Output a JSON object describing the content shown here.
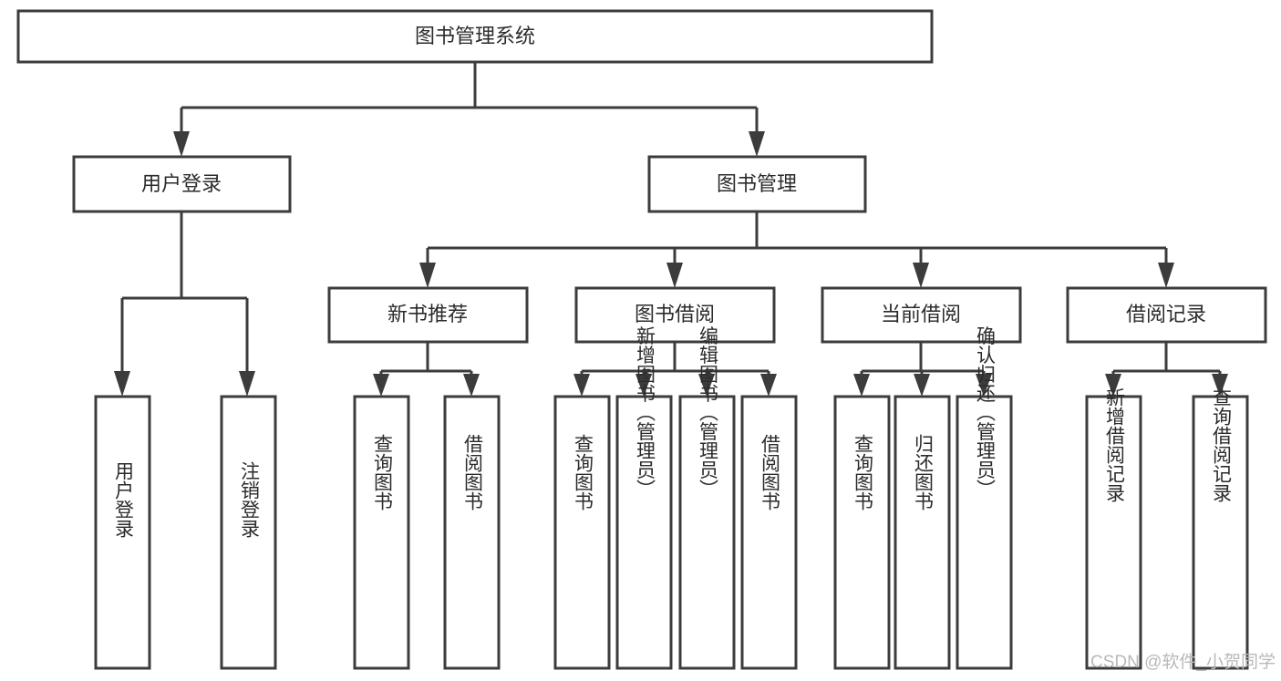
{
  "diagram": {
    "type": "tree-hierarchy-chart",
    "title": "图书管理系统",
    "orientation": "top-down",
    "colors": {
      "box_stroke": "#3c3c3c",
      "box_fill": "#ffffff",
      "connector": "#3c3c3c",
      "text": "#2b2b2b",
      "watermark": "#b9b9b9",
      "background": "#ffffff"
    },
    "root": {
      "id": "root",
      "label": "图书管理系统",
      "orientation": "horizontal"
    },
    "level2": [
      {
        "id": "user-login",
        "label": "用户登录",
        "orientation": "horizontal"
      },
      {
        "id": "book-management",
        "label": "图书管理",
        "orientation": "horizontal"
      }
    ],
    "level3": [
      {
        "id": "new-book-recommend",
        "label": "新书推荐",
        "orientation": "horizontal",
        "parent": "book-management"
      },
      {
        "id": "book-borrow",
        "label": "图书借阅",
        "orientation": "horizontal",
        "parent": "book-management"
      },
      {
        "id": "current-borrow",
        "label": "当前借阅",
        "orientation": "horizontal",
        "parent": "book-management"
      },
      {
        "id": "borrow-record",
        "label": "借阅记录",
        "orientation": "horizontal",
        "parent": "book-management"
      }
    ],
    "leaves": [
      {
        "id": "leaf-user-login",
        "label": "用户登录",
        "orientation": "vertical",
        "parent": "user-login"
      },
      {
        "id": "leaf-logout-login",
        "label": "注销登录",
        "orientation": "vertical",
        "parent": "user-login"
      },
      {
        "id": "leaf-query-book-1",
        "label": "查询图书",
        "orientation": "vertical",
        "parent": "new-book-recommend"
      },
      {
        "id": "leaf-borrow-book-1",
        "label": "借阅图书",
        "orientation": "vertical",
        "parent": "new-book-recommend"
      },
      {
        "id": "leaf-query-book-2",
        "label": "查询图书",
        "orientation": "vertical",
        "parent": "book-borrow"
      },
      {
        "id": "leaf-add-book",
        "label": "新增图书（管理员）",
        "orientation": "vertical",
        "parent": "book-borrow"
      },
      {
        "id": "leaf-edit-book",
        "label": "编辑图书（管理员）",
        "orientation": "vertical",
        "parent": "book-borrow"
      },
      {
        "id": "leaf-borrow-book-2",
        "label": "借阅图书",
        "orientation": "vertical",
        "parent": "book-borrow"
      },
      {
        "id": "leaf-query-book-3",
        "label": "查询图书",
        "orientation": "vertical",
        "parent": "current-borrow"
      },
      {
        "id": "leaf-return-book",
        "label": "归还图书",
        "orientation": "vertical",
        "parent": "current-borrow"
      },
      {
        "id": "leaf-confirm-return",
        "label": "确认归还（管理员）",
        "orientation": "vertical",
        "parent": "current-borrow"
      },
      {
        "id": "leaf-add-record",
        "label": "新增借阅记录",
        "orientation": "vertical",
        "parent": "borrow-record"
      },
      {
        "id": "leaf-query-record",
        "label": "查询借阅记录",
        "orientation": "vertical",
        "parent": "borrow-record"
      }
    ]
  },
  "watermark": {
    "text": "CSDN @软件_小贺同学"
  }
}
